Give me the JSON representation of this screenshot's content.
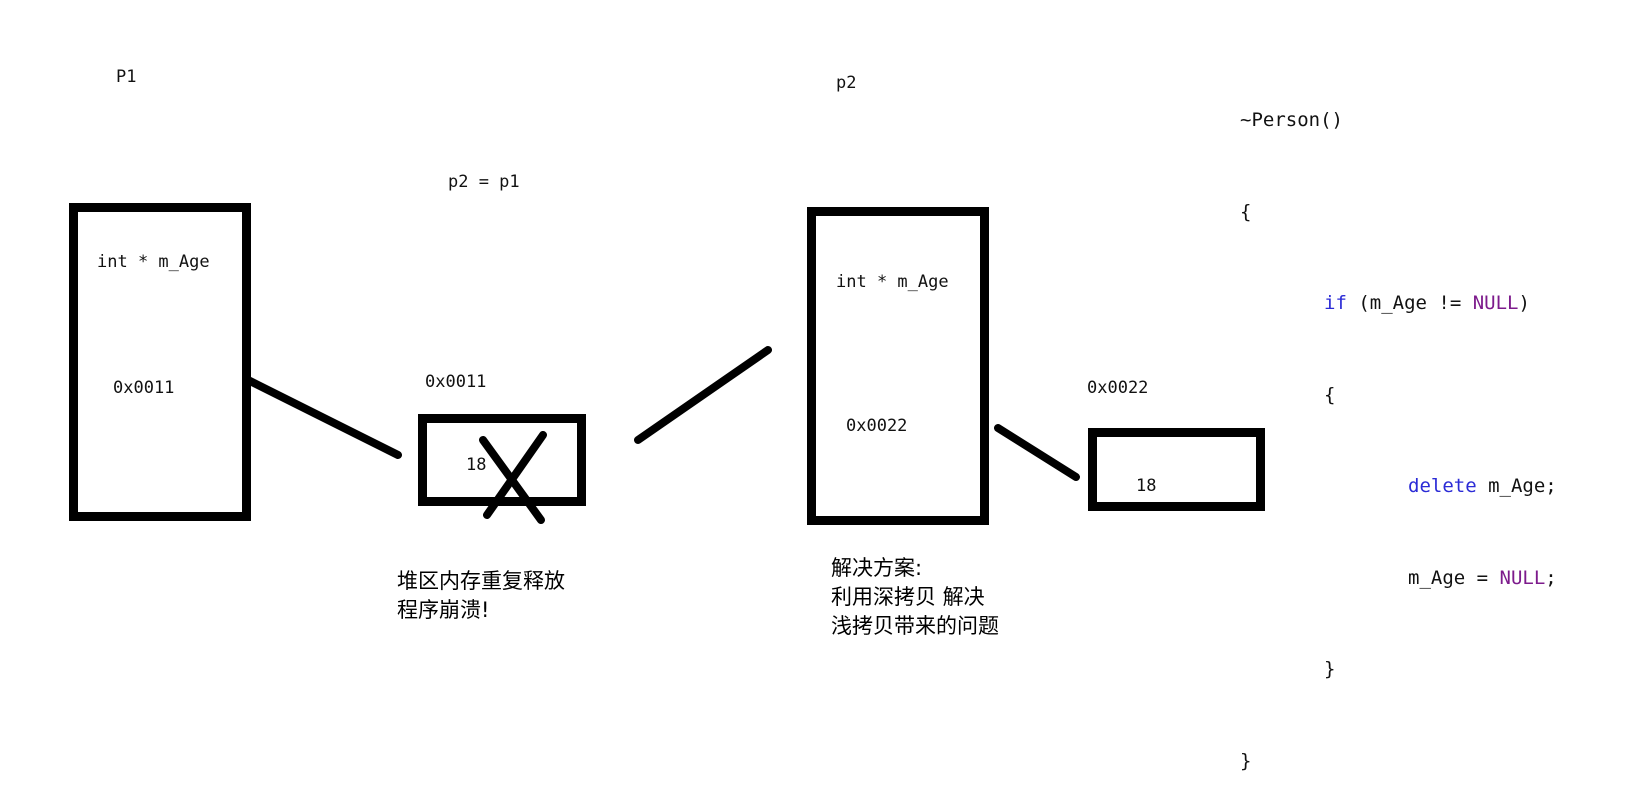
{
  "labels": {
    "p1_title": "P1",
    "p2_title": "p2",
    "assign": "p2 = p1",
    "p1_member": "int * m_Age",
    "p1_addr": "0x0011",
    "heap1_addr": "0x0011",
    "heap1_value": "18",
    "p2_member": "int * m_Age",
    "p2_addr": "0x0022",
    "heap2_addr": "0x0022",
    "heap2_value": "18"
  },
  "notes": {
    "crash_line1": "堆区内存重复释放",
    "crash_line2": "程序崩溃!",
    "solution_line1": "解决方案:",
    "solution_line2": "利用深拷贝 解决",
    "solution_line3": "浅拷贝带来的问题"
  },
  "code": {
    "destructor_sig": "~Person()",
    "open_brace": "{",
    "if_kw": "if",
    "if_cond": " (m_Age != ",
    "null_kw": "NULL",
    "if_close": ")",
    "inner_open": "{",
    "delete_kw": "delete",
    "delete_rest": " m_Age;",
    "assign_lhs": "m_Age = ",
    "assign_null": "NULL",
    "assign_end": ";",
    "inner_close": "}",
    "close_brace": "}"
  },
  "colors": {
    "keyword": "#2b2bd6",
    "null_constant": "#7d1b8c",
    "stroke": "#000000"
  }
}
